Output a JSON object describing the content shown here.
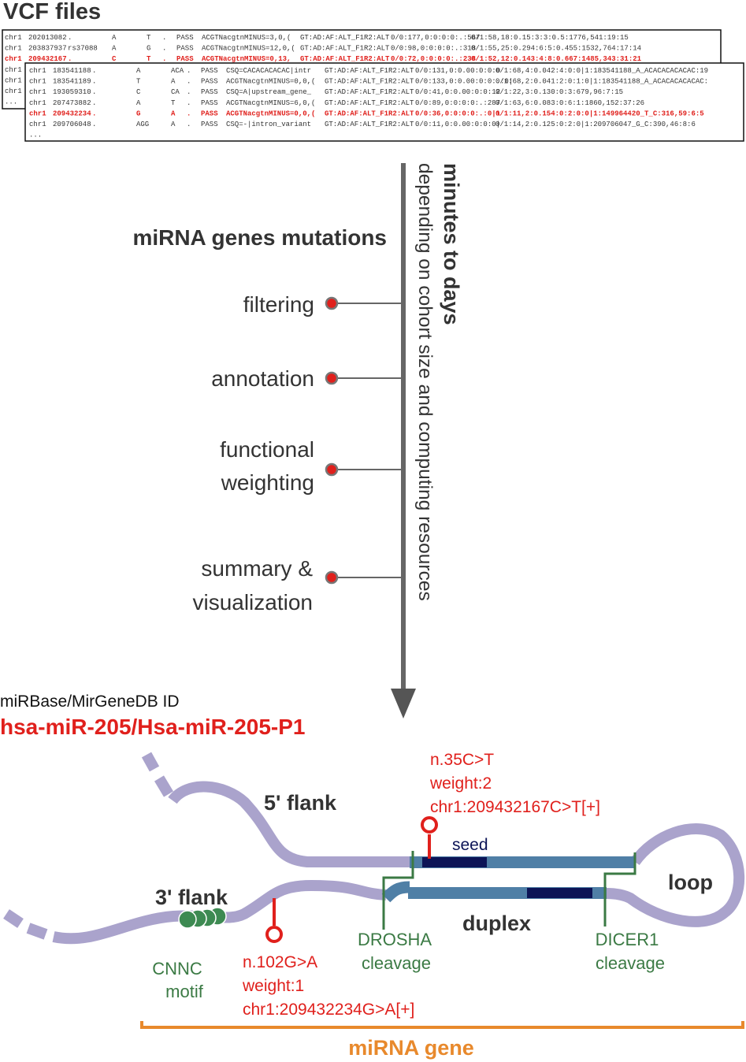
{
  "vcf": {
    "title": "VCF files",
    "back_rows": [
      {
        "chrom": "chr1",
        "pos": "202013082",
        "id": ".",
        "ref": "A",
        "alt": "T",
        "qual": ".",
        "filter": "PASS",
        "info": "ACGTNacgtnMINUS=3,0,(",
        "fmt": "GT:AD:AF:ALT_F1R2:ALT",
        "s1": "0/0:177,0:0:0:0:.:567",
        "s2": "0/1:58,18:0.15:3:3:0.5:1776,541:19:15",
        "highlight": false
      },
      {
        "chrom": "chr1",
        "pos": "203837937",
        "id": "rs37088",
        "ref": "A",
        "alt": "G",
        "qual": ".",
        "filter": "PASS",
        "info": "ACGTNacgtnMINUS=12,0,(",
        "fmt": "GT:AD:AF:ALT_F1R2:ALT",
        "s1": "0/0:98,0:0:0:0:.:318",
        "s2": "0/1:55,25:0.294:6:5:0.455:1532,764:17:14",
        "highlight": false
      },
      {
        "chrom": "chr1",
        "pos": "209432167",
        "id": ".",
        "ref": "C",
        "alt": "T",
        "qual": ".",
        "filter": "PASS",
        "info": "ACGTNacgtnMINUS=0,13,",
        "fmt": "GT:AD:AF:ALT_F1R2:ALT",
        "s1": "0/0:72,0:0:0:0:.:238",
        "s2": "0/1:52,12:0.143:4:8:0.667:1485,343:31:21",
        "highlight": true
      },
      {
        "chrom": "chr1",
        "pos": "",
        "id": "",
        "ref": "",
        "alt": "",
        "qual": "",
        "filter": "",
        "info": "",
        "fmt": "",
        "s1": "",
        "s2": "",
        "highlight": false
      },
      {
        "chrom": "chr1",
        "pos": "",
        "id": "",
        "ref": "",
        "alt": "",
        "qual": "",
        "filter": "",
        "info": "",
        "fmt": "",
        "s1": "",
        "s2": "",
        "highlight": false
      },
      {
        "chrom": "chr1",
        "pos": "",
        "id": "",
        "ref": "",
        "alt": "",
        "qual": "",
        "filter": "",
        "info": "",
        "fmt": "",
        "s1": "",
        "s2": "",
        "highlight": false
      },
      {
        "chrom": "...",
        "pos": "",
        "id": "",
        "ref": "",
        "alt": "",
        "qual": "",
        "filter": "",
        "info": "",
        "fmt": "",
        "s1": "",
        "s2": "",
        "highlight": false
      }
    ],
    "front_rows": [
      {
        "chrom": "chr1",
        "pos": "183541188",
        "id": ".",
        "ref": "A",
        "alt": "ACA",
        "qual": ".",
        "filter": "PASS",
        "info": "CSQ=CACACACACAC|intr",
        "fmt": "GT:AD:AF:ALT_F1R2:ALT",
        "s1": "0/0:131,0:0.00:0:0:0",
        "s2": "0/1:68,4:0.042:4:0:0|1:183541188_A_ACACACACACAC:19",
        "highlight": false
      },
      {
        "chrom": "chr1",
        "pos": "183541189",
        "id": ".",
        "ref": "T",
        "alt": "A",
        "qual": ".",
        "filter": "PASS",
        "info": "ACGTNacgtnMINUS=0,0,(",
        "fmt": "GT:AD:AF:ALT_F1R2:ALT",
        "s1": "0/0:133,0:0.00:0:0:.:0|",
        "s2": "0/1:68,2:0.041:2:0:1:0|1:183541188_A_ACACACACACAC:",
        "highlight": false
      },
      {
        "chrom": "chr1",
        "pos": "193059310",
        "id": ".",
        "ref": "C",
        "alt": "CA",
        "qual": ".",
        "filter": "PASS",
        "info": "CSQ=A|upstream_gene_",
        "fmt": "GT:AD:AF:ALT_F1R2:ALT",
        "s1": "0/0:41,0:0.00:0:0:12",
        "s2": "0/1:22,3:0.130:0:3:679,96:7:15",
        "highlight": false
      },
      {
        "chrom": "chr1",
        "pos": "207473882",
        "id": ".",
        "ref": "A",
        "alt": "T",
        "qual": ".",
        "filter": "PASS",
        "info": "ACGTNacgtnMINUS=6,0,(",
        "fmt": "GT:AD:AF:ALT_F1R2:ALT",
        "s1": "0/0:89,0:0:0:0:.:287",
        "s2": "0/1:63,6:0.083:0:6:1:1860,152:37:26",
        "highlight": false
      },
      {
        "chrom": "chr1",
        "pos": "209432234",
        "id": ".",
        "ref": "G",
        "alt": "A",
        "qual": ".",
        "filter": "PASS",
        "info": "ACGTNacgtnMINUS=0,0,(",
        "fmt": "GT:AD:AF:ALT_F1R2:ALT",
        "s1": "0/0:36,0:0:0:0:.:0|1",
        "s2": "0/1:11,2:0.154:0:2:0:0|1:149964420_T_C:316,59:6:5",
        "highlight": true
      },
      {
        "chrom": "chr1",
        "pos": "209706048",
        "id": ".",
        "ref": "AGG",
        "alt": "A",
        "qual": ".",
        "filter": "PASS",
        "info": "CSQ=-|intron_variant",
        "fmt": "GT:AD:AF:ALT_F1R2:ALT",
        "s1": "0/0:11,0:0.00:0:0:0|",
        "s2": "0/1:14,2:0.125:0:2:0|1:209706047_G_C:390,46:8:6",
        "highlight": false
      },
      {
        "chrom": "...",
        "pos": "",
        "id": "",
        "ref": "",
        "alt": "",
        "qual": "",
        "filter": "",
        "info": "",
        "fmt": "",
        "s1": "",
        "s2": "",
        "highlight": false
      }
    ]
  },
  "pipeline": {
    "title": "miRNA genes mutations",
    "steps": [
      {
        "lines": [
          "filtering"
        ]
      },
      {
        "lines": [
          "annotation"
        ]
      },
      {
        "lines": [
          "functional",
          "weighting"
        ]
      },
      {
        "lines": [
          "summary &",
          "visualization"
        ]
      }
    ],
    "time_title": "minutes to days",
    "time_subtitle": "depending on cohort size and computing resources"
  },
  "mirna": {
    "id_label": "miRBase/MirGeneDB ID",
    "id_value": "hsa-miR-205/Hsa-miR-205-P1",
    "five_flank": "5' flank",
    "three_flank": "3' flank",
    "seed": "seed",
    "loop": "loop",
    "duplex": "duplex",
    "drosha": [
      "DROSHA",
      "cleavage"
    ],
    "dicer": [
      "DICER1",
      "cleavage"
    ],
    "cnnc": [
      "CNNC",
      "motif"
    ],
    "gene_label": "miRNA gene",
    "mutation_top": [
      "n.35C>T",
      "weight:2",
      "chr1:209432167C>T[+]"
    ],
    "mutation_bottom": [
      "n.102G>A",
      "weight:1",
      "chr1:209432234G>A[+]"
    ]
  },
  "colors": {
    "accent_red": "#e0201c",
    "lavender": "#aaa3cc",
    "steel_blue": "#4f7fa6",
    "navy": "#0c1456",
    "green": "#3b7a44",
    "orange": "#e8892c",
    "text_dark": "#333333"
  }
}
